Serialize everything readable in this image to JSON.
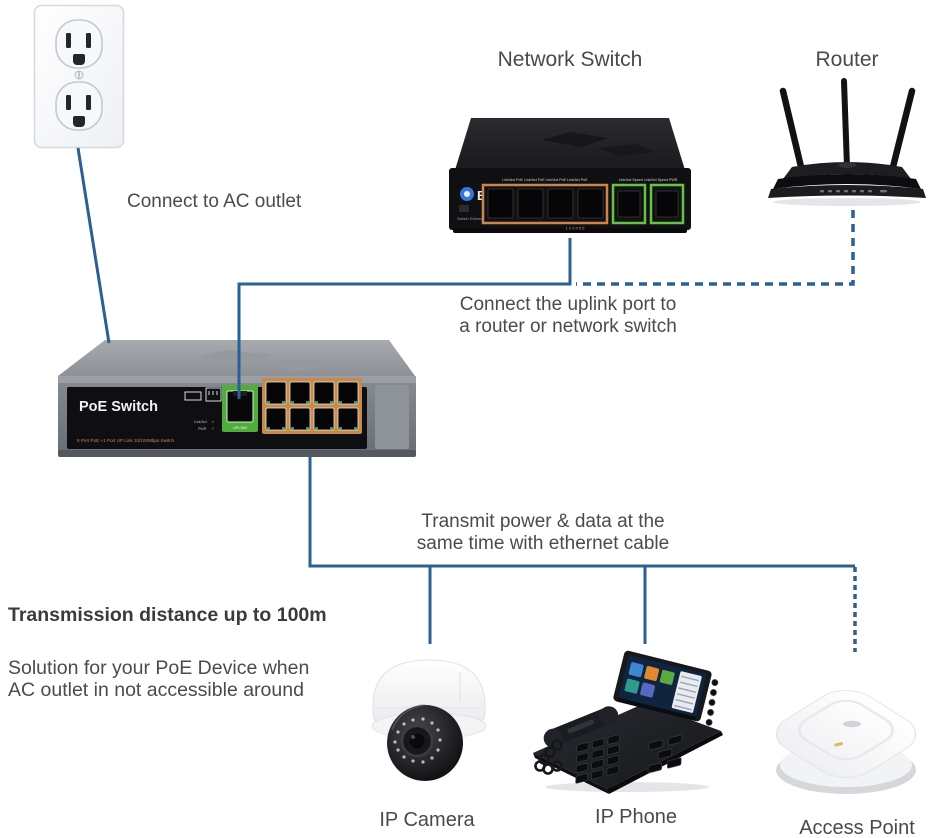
{
  "colors": {
    "line_blue": "#2d5f92",
    "text_gray": "#4a4a4a",
    "heading_gray": "#3b3b3b",
    "poe_port_orange": "#c9894d",
    "uplink_port_green": "#4fae3a",
    "switch_body_black": "#111114",
    "poe_switch_gray": "#85888f"
  },
  "labels": {
    "network_switch": "Network Switch",
    "router": "Router",
    "ip_camera": "IP Camera",
    "ip_phone": "IP Phone",
    "access_point": "Access Point"
  },
  "annotations": {
    "connect_ac": "Connect to AC outlet",
    "uplink_line1": "Connect the uplink port to",
    "uplink_line2": "a router or network switch",
    "transmit_line1": "Transmit power & data at the",
    "transmit_line2": "same time with ethernet cable",
    "distance_heading": "Transmission distance up to 100m",
    "solution_line1": "Solution for your PoE Device when",
    "solution_line2": "AC outlet in not accessible around"
  },
  "poe_switch": {
    "name": "PoE Switch",
    "spec": "8 Port PoE +1 Port UP Link 10/100Mbps Switch",
    "uplink_label": "UPLINK",
    "led_label1": "Link/Act",
    "led_label2": "PWR"
  },
  "network_switch_device": {
    "logo": "BV",
    "mode_label": "Switch Extend",
    "port_labels_poe": "Link/Act PoE    Link/Act PoE    Link/Act PoE    Link/Act PoE",
    "port_labels_uplink": "Link/Act Speed    Link/Act Speed    PWR",
    "port_numbers": "1        2        3        4              5              6"
  }
}
